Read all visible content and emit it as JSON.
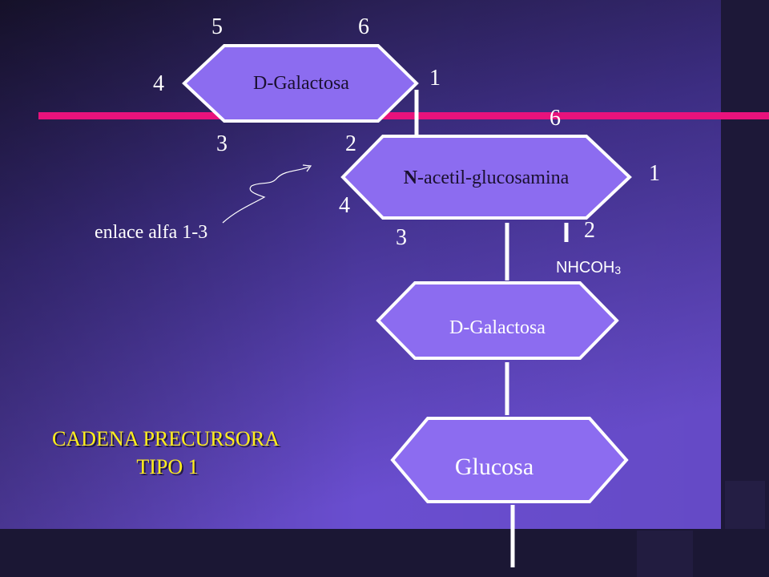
{
  "sugars": {
    "top": "D-Galactosa",
    "nag_prefix": "N",
    "nag_rest": "-acetil-glucosamina",
    "middle": "D-Galactosa",
    "bottom": "Glucosa"
  },
  "top_numbers": {
    "n5": "5",
    "n6": "6",
    "n4": "4",
    "n1": "1",
    "n3": "3",
    "n2": "2"
  },
  "nag_numbers": {
    "n6": "6",
    "n1": "1",
    "n4": "4",
    "n3": "3",
    "n2": "2"
  },
  "substituent": {
    "main": "NHCOH",
    "sub": "3"
  },
  "bond_label": "enlace alfa 1-3",
  "title": {
    "line1": "CADENA PRECURSORA",
    "line2": "TIPO 1"
  },
  "colors": {
    "hexagon": "#8c6cf0",
    "pink_bar": "#e8127c",
    "text_dark": "#1a1030",
    "text_white": "#ffffff",
    "title_yellow": "#ffee1e"
  }
}
